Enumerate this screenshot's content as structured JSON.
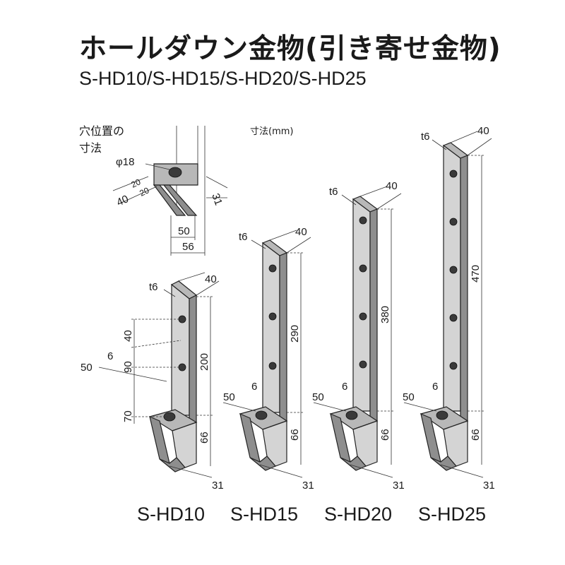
{
  "title": "ホールダウン金物(引き寄せ金物)",
  "subtitle": "S-HD10/S-HD15/S-HD20/S-HD25",
  "holes_label": [
    "穴位置の",
    "寸法"
  ],
  "unit_label": "寸法(mm)",
  "detail": {
    "hole_dia": "φ18",
    "dim_20_a": "20",
    "dim_20_b": "20",
    "dim_40": "40",
    "dim_31": "31",
    "dim_50": "50",
    "dim_56": "56"
  },
  "products": [
    {
      "name": "S-HD10",
      "thickness": "t6",
      "width": "40",
      "length": "200",
      "bottom": "66",
      "foot": "31",
      "side_50": "50",
      "side_6": "6",
      "left_40": "40",
      "left_90": "90",
      "left_70": "70"
    },
    {
      "name": "S-HD15",
      "thickness": "t6",
      "width": "40",
      "length": "290",
      "bottom": "66",
      "foot": "31",
      "side_50": "50",
      "side_6": "6"
    },
    {
      "name": "S-HD20",
      "thickness": "t6",
      "width": "40",
      "length": "380",
      "bottom": "66",
      "foot": "31",
      "side_50": "50",
      "side_6": "6"
    },
    {
      "name": "S-HD25",
      "thickness": "t6",
      "width": "40",
      "length": "470",
      "bottom": "66",
      "foot": "31",
      "side_50": "50",
      "side_6": "6"
    }
  ]
}
